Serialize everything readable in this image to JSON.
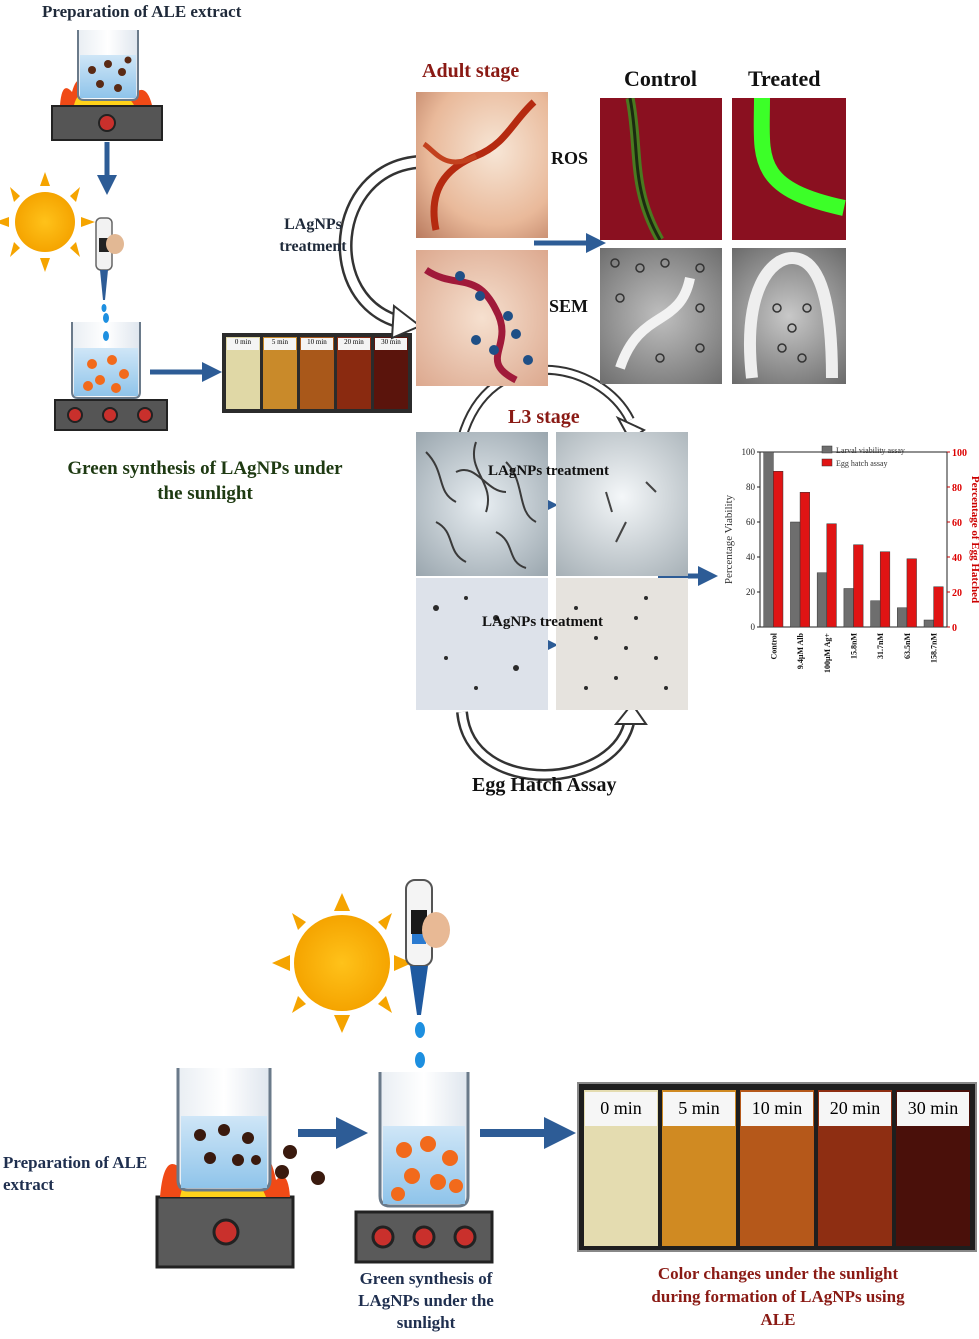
{
  "top": {
    "title_prep": "Preparation of ALE extract",
    "green_synth_line1": "Green synthesis of LAgNPs under",
    "green_synth_line2": "the sunlight",
    "lagnps_line1": "LAgNPs",
    "lagnps_line2": "treatment",
    "adult_stage": "Adult stage",
    "control": "Control",
    "treated": "Treated",
    "ros": "ROS",
    "sem": "SEM",
    "l3_stage": "L3 stage",
    "lagnps_treatment_1": "LAgNPs treatment",
    "lagnps_treatment_2": "LAgNPs treatment",
    "egg_hatch_assay": "Egg Hatch Assay",
    "vial_labels": [
      "0 min",
      "5 min",
      "10 min",
      "20 min",
      "30 min"
    ]
  },
  "bottom": {
    "prep_line1": "Preparation of ALE",
    "prep_line2": "extract",
    "synth_line1": "Green synthesis of",
    "synth_line2": "LAgNPs under the",
    "synth_line3": "sunlight",
    "color_line1": "Color changes under the sunlight",
    "color_line2": "during formation of LAgNPs using",
    "color_line3": "ALE",
    "vial_labels": [
      "0 min",
      "5 min",
      "10 min",
      "20 min",
      "30 min"
    ]
  },
  "chart_data": {
    "type": "bar",
    "categories": [
      "Control",
      "9.4μM Alb",
      "100μM Ag+",
      "15.8nM",
      "31.7nM",
      "63.5nM",
      "158.7nM"
    ],
    "series": [
      {
        "name": "Larval viability assay",
        "color": "#6e6e6e",
        "values": [
          100,
          60,
          31,
          22,
          15,
          11,
          4
        ]
      },
      {
        "name": "Egg hatch assay",
        "color": "#e01414",
        "values": [
          89,
          77,
          59,
          47,
          43,
          39,
          23
        ]
      }
    ],
    "ylabel": "Percentage Viability",
    "y2label": "Percentage of Egg Hatched",
    "ylim": [
      0,
      100
    ],
    "yticks": [
      "0",
      "20",
      "40",
      "60",
      "80",
      "100"
    ],
    "legend": "top-right"
  }
}
